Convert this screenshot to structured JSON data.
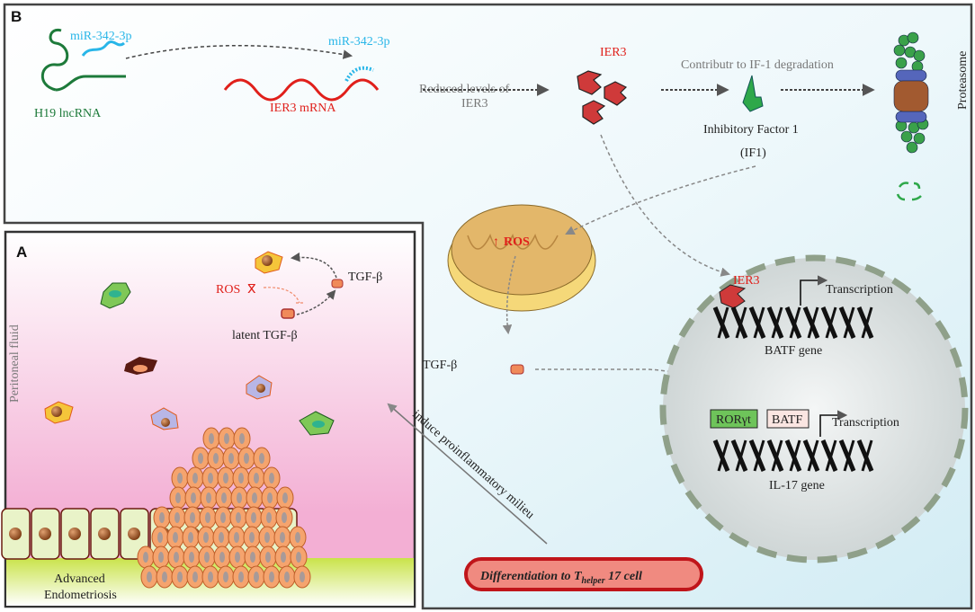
{
  "panel_b": {
    "label": "B",
    "mirna_label_1": "miR-342-3p",
    "h19_label": "H19 lncRNA",
    "mirna_label_2": "miR-342-3p",
    "ier3_mrna_label": "IER3 mRNA",
    "reduced_line1": "Reduced levels of",
    "reduced_line2": "IER3",
    "ier3_protein_label": "IER3",
    "contrib_label": "Contributr to IF-1 degradation",
    "if1_line1": "Inhibitory Factor 1",
    "if1_line2": "(IF1)",
    "proteasome_label": "Proteasome",
    "ros_label": "ROS",
    "tgfb_label": "TGF-β",
    "nucleus": {
      "ier3_label": "IER3",
      "transcription_1": "Transcription",
      "batf_gene": "BATF gene",
      "rorgt": "RORγt",
      "batf": "BATF",
      "transcription_2": "Transcription",
      "il17_gene": "IL-17 gene"
    },
    "milieu_label": "induce proinflammatory milieu",
    "diff_label_pre": "Differentiation to T",
    "diff_label_sub": "helper",
    "diff_label_post": " 17 cell"
  },
  "panel_a": {
    "label": "A",
    "ros_label": "ROS",
    "tgfb_label": "TGF-β",
    "latent_label": "latent TGF-β",
    "fluid_label": "Peritoneal fluid",
    "endo_line1": "Advanced",
    "endo_line2": "Endometriosis"
  },
  "colors": {
    "red": "#e0201b",
    "cyan": "#29b6e8",
    "green": "#1d7a3a",
    "pink": "#f4b2d6",
    "blue_bg": "#d6eef5"
  }
}
